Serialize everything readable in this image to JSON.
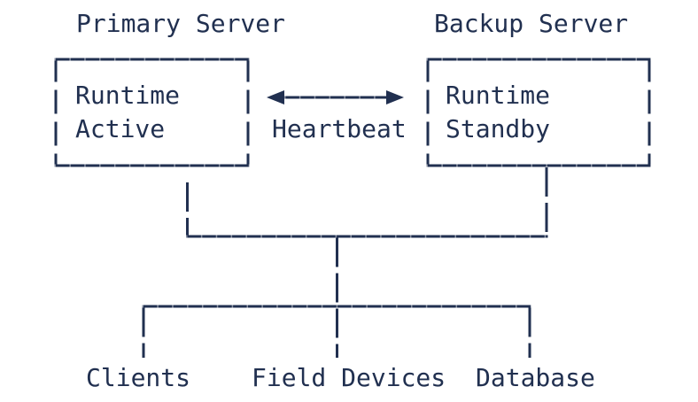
{
  "colors": {
    "ink": "#213050",
    "background": "#ffffff"
  },
  "diagram": {
    "primary_server": {
      "title": "Primary Server",
      "component": "Runtime",
      "state": "Active"
    },
    "backup_server": {
      "title": "Backup Server",
      "component": "Runtime",
      "state": "Standby"
    },
    "link": {
      "label": "Heartbeat"
    },
    "downstream": [
      {
        "label": "Clients"
      },
      {
        "label": "Field Devices"
      },
      {
        "label": "Database"
      }
    ]
  }
}
